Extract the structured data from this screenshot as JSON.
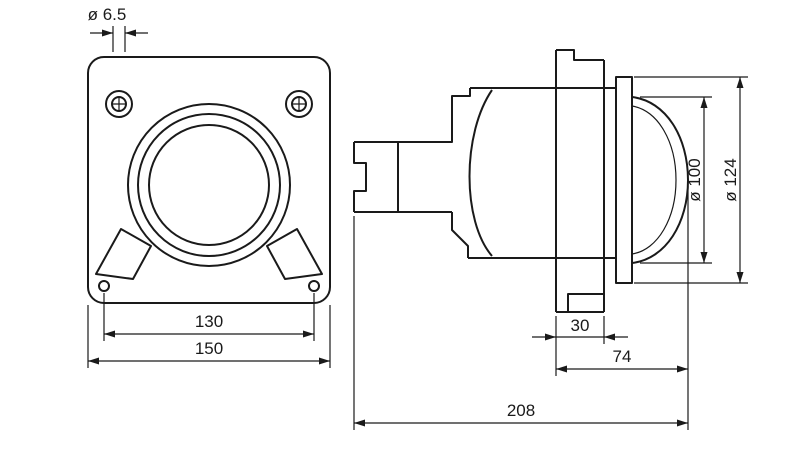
{
  "drawing": {
    "background": "#ffffff",
    "line_color": "#1a1a1a",
    "dimensions": {
      "mount_hole_diameter": "ø 6.5",
      "hole_spacing": "130",
      "flange_width": "150",
      "lens_diameter": "ø 100",
      "bezel_diameter": "ø 124",
      "bracket_width": "30",
      "front_offset": "74",
      "overall_length": "208"
    }
  }
}
